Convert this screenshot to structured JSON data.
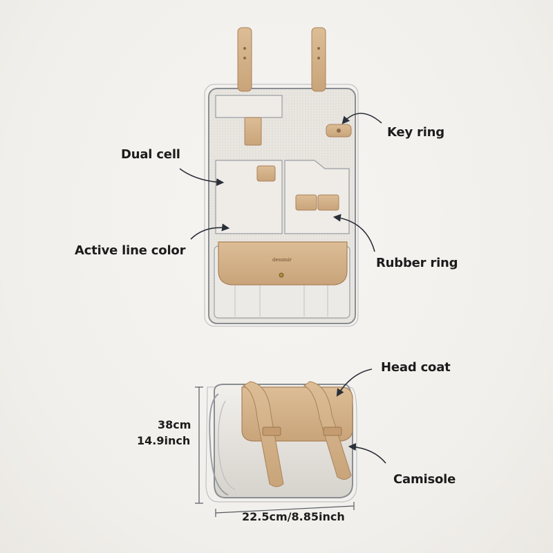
{
  "callouts": {
    "key_ring": "Key ring",
    "dual_cell": "Dual cell",
    "active_line_color": "Active line color",
    "rubber_ring": "Rubber ring",
    "head_coat": "Head coat",
    "camisole": "Camisole"
  },
  "dimensions": {
    "height_cm": "38cm",
    "height_inch": "14.9inch",
    "width": "22.5cm/8.85inch"
  },
  "brand_mark": "dessmir",
  "colors": {
    "leather": "#d6b48c",
    "canvas": "#ece9e4",
    "outline": "#8a8d92"
  }
}
